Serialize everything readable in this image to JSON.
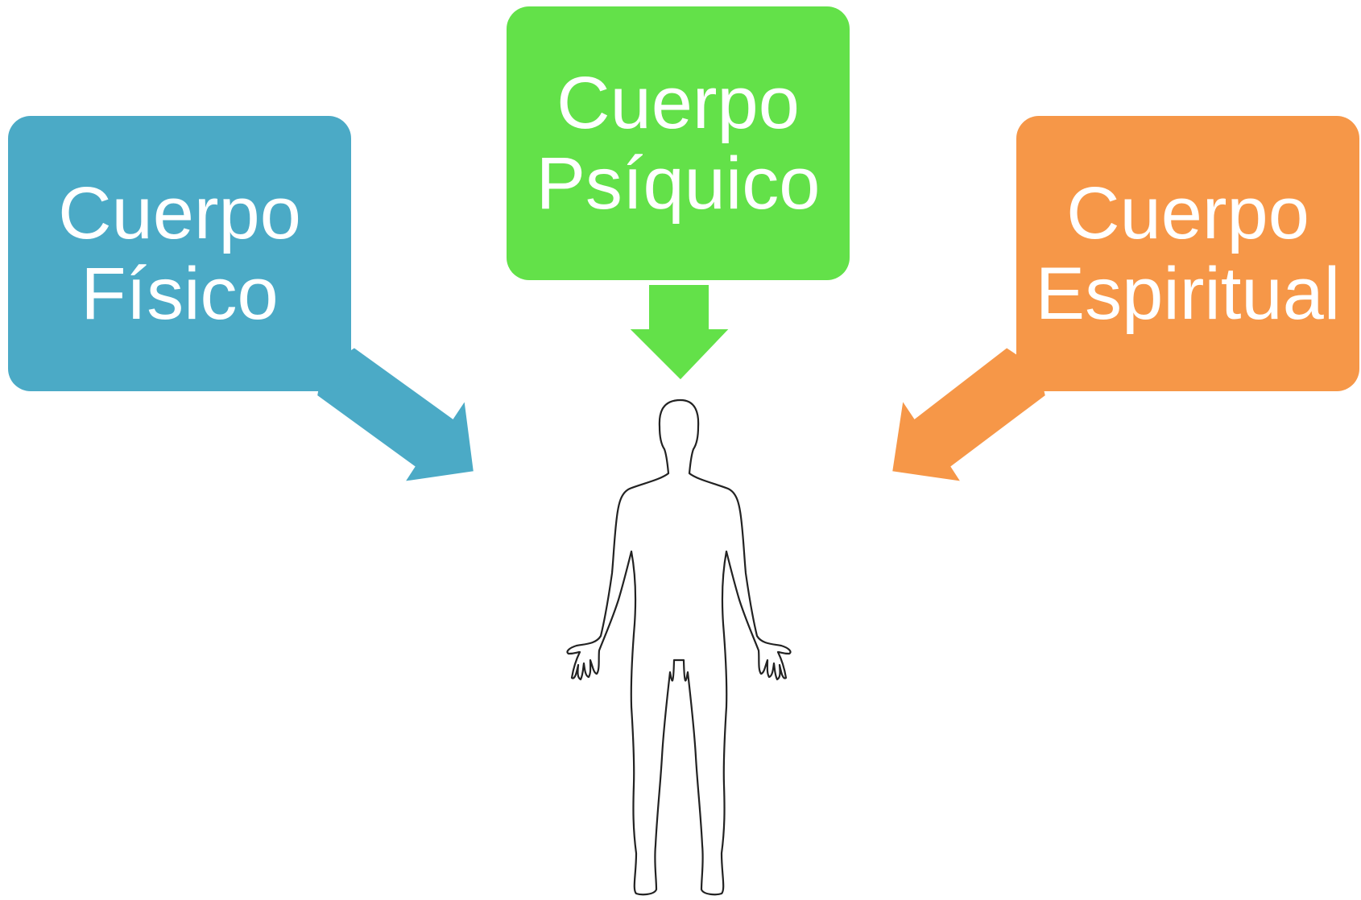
{
  "boxes": {
    "fisico": {
      "line1": "Cuerpo",
      "line2": "Físico",
      "color": "#4BAAC6"
    },
    "psiquico": {
      "line1": "Cuerpo",
      "line2": "Psíquico",
      "color": "#63E149"
    },
    "espiritual": {
      "line1": "Cuerpo",
      "line2": "Espiritual",
      "color": "#F69748"
    }
  },
  "figure": {
    "icon": "human-body-outline-icon",
    "stroke": "#222222"
  }
}
